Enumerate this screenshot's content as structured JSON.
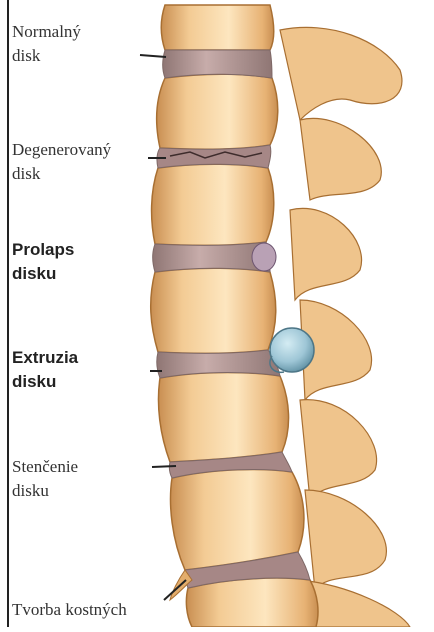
{
  "labels": {
    "normal": [
      "Normalný",
      "disk"
    ],
    "degenerated": [
      "Degenerovaný",
      "disk"
    ],
    "prolapse": [
      "Prolaps",
      "disku"
    ],
    "extrusion": [
      "Extruzia",
      "disku"
    ],
    "thinning": [
      "Stenčenie",
      "disku"
    ],
    "osteophyte": [
      "Tvorba kostných"
    ]
  },
  "colors": {
    "bone": "#f1c690",
    "bone_light": "#fde3b8",
    "bone_shade": "#d69a57",
    "bone_edge": "#a86f32",
    "disc": "#b59a98",
    "disc_dark": "#7e6866",
    "herniation": "#9ec6d6",
    "leader": "#222222",
    "frame": "#222222"
  }
}
